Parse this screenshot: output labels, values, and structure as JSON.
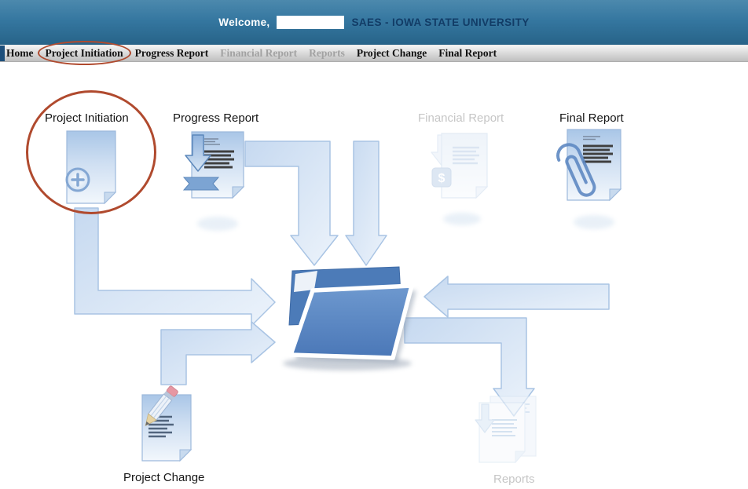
{
  "header": {
    "welcome_label": "Welcome,",
    "title": "SAES - IOWA STATE UNIVERSITY"
  },
  "nav": {
    "items": [
      {
        "label": "Home",
        "enabled": true
      },
      {
        "label": "Project Initiation",
        "enabled": true,
        "annotated": true
      },
      {
        "label": "Progress Report",
        "enabled": true
      },
      {
        "label": "Financial Report",
        "enabled": false
      },
      {
        "label": "Reports",
        "enabled": false
      },
      {
        "label": "Project Change",
        "enabled": true
      },
      {
        "label": "Final Report",
        "enabled": true
      }
    ]
  },
  "diagram": {
    "nodes": [
      {
        "id": "project-initiation",
        "label": "Project Initiation",
        "icon": "document-plus-icon",
        "enabled": true,
        "annotated": true
      },
      {
        "id": "progress-report",
        "label": "Progress Report",
        "icon": "document-download-ribbon-icon",
        "enabled": true
      },
      {
        "id": "financial-report",
        "label": "Financial Report",
        "icon": "document-dollar-icon",
        "enabled": false
      },
      {
        "id": "final-report",
        "label": "Final Report",
        "icon": "document-paperclip-icon",
        "enabled": true
      },
      {
        "id": "project-change",
        "label": "Project Change",
        "icon": "document-pencil-icon",
        "enabled": true
      },
      {
        "id": "reports",
        "label": "Reports",
        "icon": "document-stack-icon",
        "enabled": false
      }
    ],
    "financial_badge": "$"
  },
  "annotations": {
    "color": "#b04a2e",
    "circled": [
      "nav-project-initiation",
      "diagram-project-initiation"
    ]
  },
  "colors": {
    "header_bg": "#3577a0",
    "title_text": "#123c66",
    "accent_blue": "#5282c1",
    "disabled_text": "#c6c6c6"
  }
}
